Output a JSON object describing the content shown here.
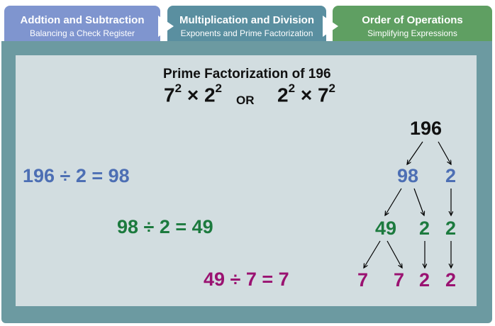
{
  "tabs": [
    {
      "title": "Addtion and Subtraction",
      "subtitle": "Balancing a Check Register"
    },
    {
      "title": "Multiplication and Division",
      "subtitle": "Exponents and Prime Factorization"
    },
    {
      "title": "Order of Operations",
      "subtitle": "Simplifying Expressions"
    }
  ],
  "heading": "Prime Factorization of 196",
  "expression_left": {
    "b1": "7",
    "e1": "2",
    "op": "×",
    "b2": "2",
    "e2": "2"
  },
  "or_label": "OR",
  "expression_right": {
    "b1": "2",
    "e1": "2",
    "op": "×",
    "b2": "7",
    "e2": "2"
  },
  "steps": [
    {
      "text": "196 ÷ 2 = 98",
      "color": "#4d6fb4"
    },
    {
      "text": "98 ÷ 2 = 49",
      "color": "#1c7a3e"
    },
    {
      "text": "49 ÷ 7 = 7",
      "color": "#9a1271"
    }
  ],
  "tree": {
    "root": "196",
    "level1": [
      "98",
      "2"
    ],
    "level2": [
      "49",
      "2",
      "2"
    ],
    "level3": [
      "7",
      "7",
      "2",
      "2"
    ]
  },
  "colors": {
    "level1": "#4d6fb4",
    "level2": "#1c7a3e",
    "level3": "#9a1271",
    "root": "#111111"
  }
}
